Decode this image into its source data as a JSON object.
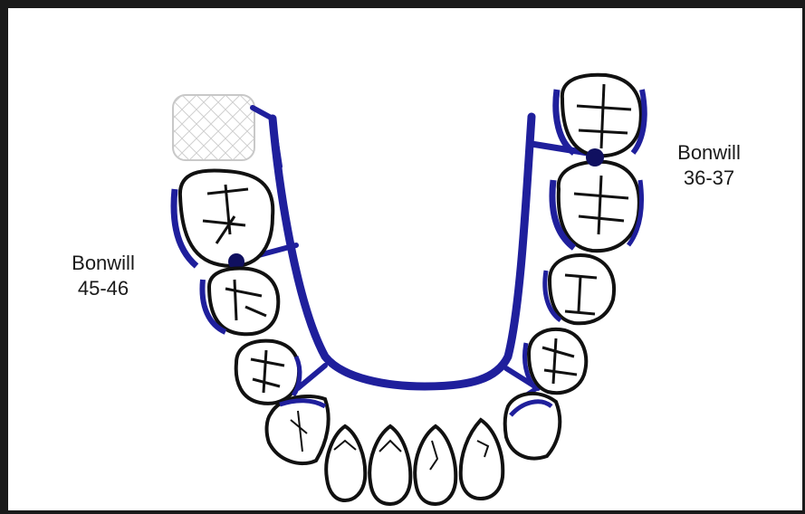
{
  "colors": {
    "frame": "#1a1a1a",
    "splint": "#1f1f9c",
    "tooth_outline": "#111111",
    "missing_tooth": "#cccccc"
  },
  "labels": {
    "left": {
      "line1": "Bonwill",
      "line2": "45-46"
    },
    "right": {
      "line1": "Bonwill",
      "line2": "36-37"
    }
  }
}
